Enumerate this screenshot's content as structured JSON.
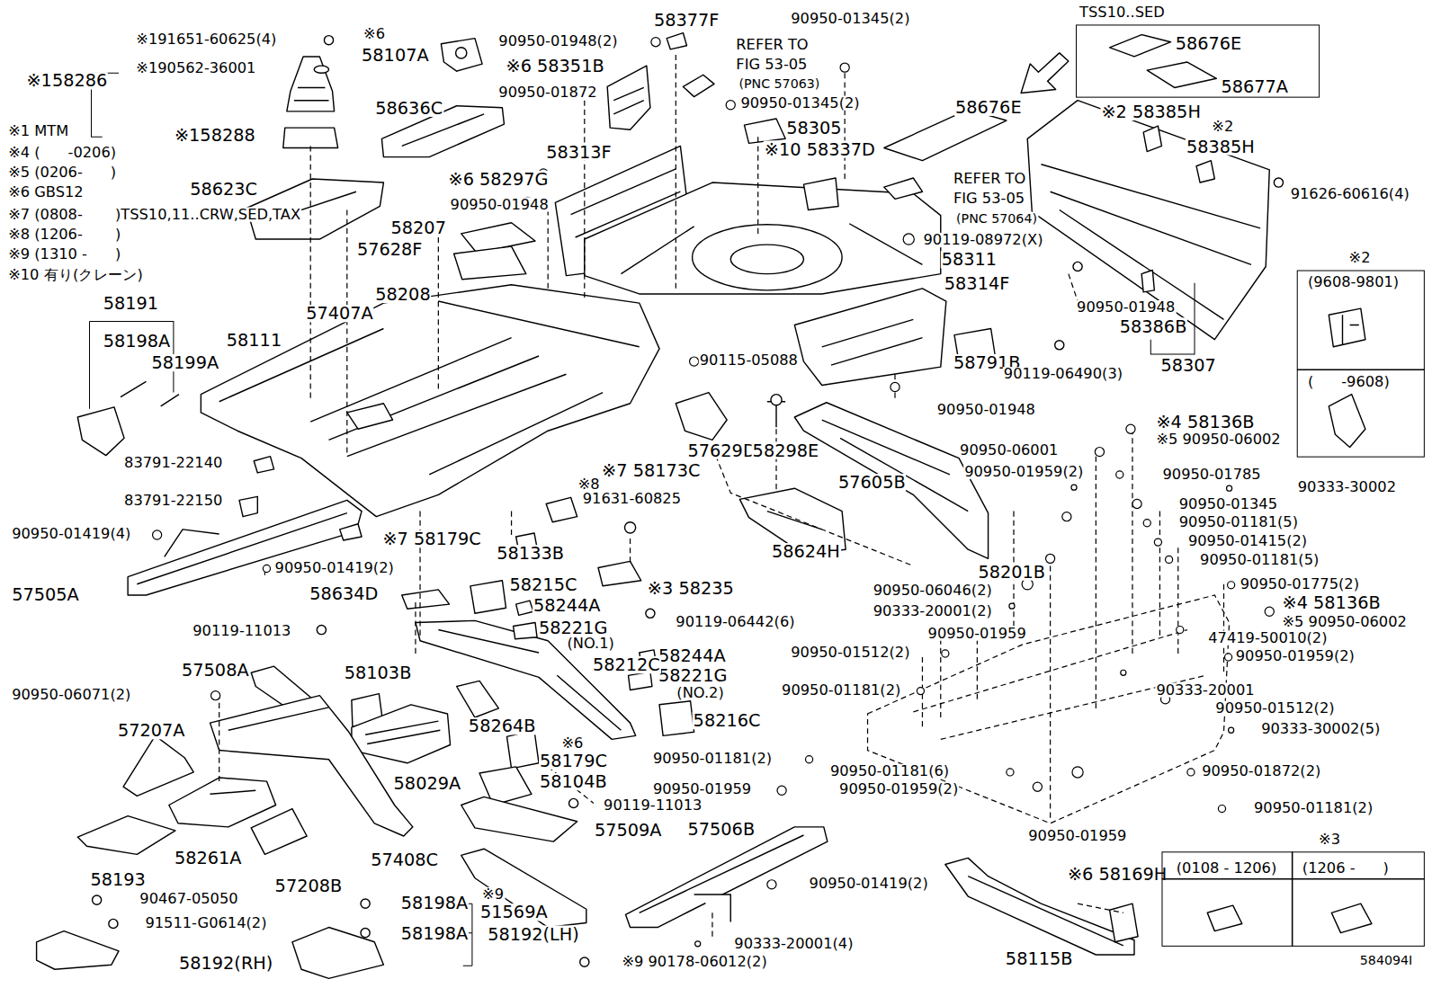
{
  "diagram": {
    "nodes": [
      {
        "text": [
          "TSS10..SED",
          "58676E",
          "58677A"
        ]
      },
      {
        "text": [
          "※2",
          "(9608-9801)",
          "(      -9608)"
        ]
      },
      {
        "text": [
          "※3",
          "(0108 - 1206)",
          "(1206 -      )"
        ]
      }
    ],
    "labels": [
      "※191651-60625(4)",
      "※190562-36001",
      "※158286",
      "※158288",
      "※6",
      "58107A",
      "90950-01948(2)",
      "58377F",
      "90950-01345(2)",
      "REFER TO",
      "FIG 53-05",
      "(PNC 57063)",
      "※6 58351B",
      "90950-01872",
      "90950-01345(2)",
      "58676E",
      "58305",
      "※10 58337D",
      "58636C",
      "※6 58297G",
      "58313F",
      "58623C",
      "90950-01948",
      "58207",
      "57628F",
      "REFER TO",
      "FIG 53-05",
      "(PNC 57064)",
      "90119-08972(X)",
      "58311",
      "58314F",
      "※2 58385H",
      "※2",
      "58385H",
      "91626-60616(4)",
      "90950-01948",
      "58386B",
      "58307",
      "※1 MTM",
      "※4 (      -0206)",
      "※5 (0206-      )",
      "※6 GBS12",
      "※7 (0808-       )TSS10,11..CRW,SED,TAX",
      "※8 (1206-       )",
      "※9 (1310 -      )",
      "※10 有り(クレーン)",
      "58191",
      "58198A",
      "58199A",
      "58208",
      "57407A",
      "58111",
      "90115-05088",
      "58791B",
      "90119-06490(3)",
      "90950-01948",
      "57629D",
      "58298E",
      "57605B",
      "※4 58136B",
      "※5 90950-06002",
      "90950-06001",
      "90950-01959(2)",
      "90950-01785",
      "90333-30002",
      "90950-01345",
      "90950-01181(5)",
      "90950-01415(2)",
      "90950-01181(5)",
      "90950-01775(2)",
      "※4 58136B",
      "※5 90950-06002",
      "47419-50010(2)",
      "90950-01959(2)",
      "83791-22140",
      "83791-22150",
      "90950-01419(4)",
      "※7 58179C",
      "58133B",
      "※7 58173C",
      "※8",
      "91631-60825",
      "58624H",
      "58201B",
      "90950-06046(2)",
      "90333-20001(2)",
      "90950-01959",
      "90950-01512(2)",
      "90950-01181(2)",
      "90333-20001",
      "90950-01512(2)",
      "90333-30002(5)",
      "90950-01181(6)",
      "90950-01959(2)",
      "90950-01872(2)",
      "90950-01181(2)",
      "90950-01959",
      "90950-01181(2)",
      "90950-01959",
      "57505A",
      "90950-01419(2)",
      "58634D",
      "58215C",
      "58244A",
      "58221G",
      "(NO.1)",
      "90119-06442(6)",
      "58244A",
      "58221G",
      "(NO.2)",
      "58216C",
      "58212C",
      "※3 58235",
      "90119-11013",
      "57508A",
      "58103B",
      "90950-06071(2)",
      "58264B",
      "※6",
      "58179C",
      "58104B",
      "90119-11013",
      "57207A",
      "58029A",
      "57509A",
      "58193",
      "58261A",
      "57208B",
      "57408C",
      "90467-05050",
      "91511-G0614(2)",
      "58192(RH)",
      "58198A",
      "58198A",
      "※9",
      "51569A",
      "58192(LH)",
      "57506B",
      "90950-01419(2)",
      "90333-20001(4)",
      "※9 90178-06012(2)",
      "※6 58169H",
      "58115B",
      "584094I"
    ]
  }
}
